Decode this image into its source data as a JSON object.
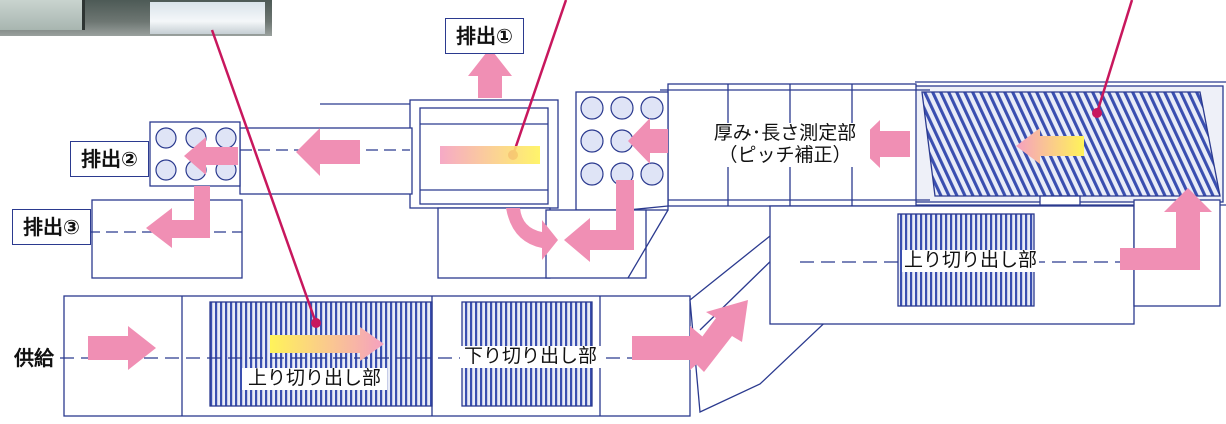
{
  "labels": {
    "discharge_1": "排出①",
    "discharge_2": "排出②",
    "discharge_3": "排出③",
    "supply": "供給",
    "measure_line1": "厚み･長さ測定部",
    "measure_line2": "（ピッチ補正）",
    "upcut_bottom": "上り切り出し部",
    "downcut": "下り切り出し部",
    "upcut_right": "上り切り出し部"
  },
  "colors": {
    "arrow": "#f08fb4",
    "line": "#2b3a8f",
    "leader": "#c8175d",
    "roller": "#3a4fb0"
  }
}
